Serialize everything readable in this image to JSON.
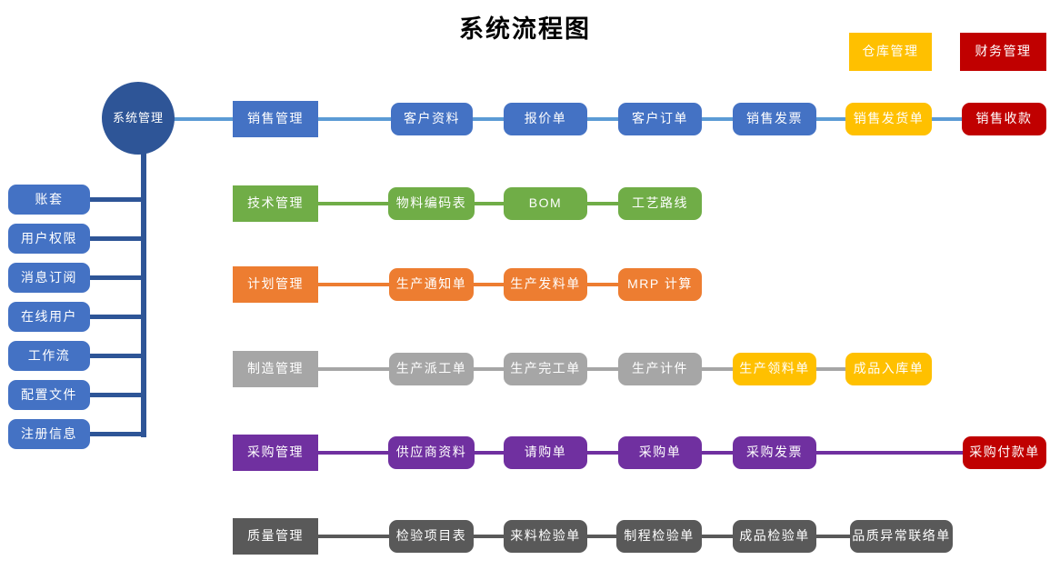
{
  "title": "系统流程图",
  "colors": {
    "blue": "#4472C4",
    "dark_blue": "#2E5597",
    "light_blue_connector": "#5B9BD5",
    "green": "#70AD47",
    "orange": "#ED7D31",
    "gray": "#A6A6A6",
    "dark_gray": "#595959",
    "purple": "#7030A0",
    "yellow": "#FFC000",
    "red": "#C00000"
  },
  "top_boxes": [
    {
      "label": "仓库管理",
      "color": "yellow"
    },
    {
      "label": "财务管理",
      "color": "red"
    }
  ],
  "root": {
    "label": "系统管理",
    "color": "dark_blue"
  },
  "sidebar": {
    "color": "blue",
    "items": [
      {
        "label": "账套"
      },
      {
        "label": "用户权限"
      },
      {
        "label": "消息订阅"
      },
      {
        "label": "在线用户"
      },
      {
        "label": "工作流"
      },
      {
        "label": "配置文件"
      },
      {
        "label": "注册信息"
      }
    ]
  },
  "rows": [
    {
      "header": {
        "label": "销售管理",
        "color": "blue"
      },
      "connector_color": "light_blue_connector",
      "items": [
        {
          "label": "客户资料",
          "color": "blue"
        },
        {
          "label": "报价单",
          "color": "blue"
        },
        {
          "label": "客户订单",
          "color": "blue"
        },
        {
          "label": "销售发票",
          "color": "blue"
        },
        {
          "label": "销售发货单",
          "color": "yellow"
        },
        {
          "label": "销售收款",
          "color": "red"
        }
      ]
    },
    {
      "header": {
        "label": "技术管理",
        "color": "green"
      },
      "connector_color": "green",
      "items": [
        {
          "label": "物料编码表",
          "color": "green"
        },
        {
          "label": "BOM",
          "color": "green"
        },
        {
          "label": "工艺路线",
          "color": "green"
        }
      ]
    },
    {
      "header": {
        "label": "计划管理",
        "color": "orange"
      },
      "connector_color": "orange",
      "items": [
        {
          "label": "生产通知单",
          "color": "orange"
        },
        {
          "label": "生产发料单",
          "color": "orange"
        },
        {
          "label": "MRP 计算",
          "color": "orange"
        }
      ]
    },
    {
      "header": {
        "label": "制造管理",
        "color": "gray"
      },
      "connector_color": "gray",
      "items": [
        {
          "label": "生产派工单",
          "color": "gray"
        },
        {
          "label": "生产完工单",
          "color": "gray"
        },
        {
          "label": "生产计件",
          "color": "gray"
        },
        {
          "label": "生产领料单",
          "color": "yellow"
        },
        {
          "label": "成品入库单",
          "color": "yellow"
        }
      ]
    },
    {
      "header": {
        "label": "采购管理",
        "color": "purple"
      },
      "connector_color": "purple",
      "items": [
        {
          "label": "供应商资料",
          "color": "purple"
        },
        {
          "label": "请购单",
          "color": "purple"
        },
        {
          "label": "采购单",
          "color": "purple"
        },
        {
          "label": "采购发票",
          "color": "purple"
        },
        {
          "label": "采购付款单",
          "color": "red"
        }
      ]
    },
    {
      "header": {
        "label": "质量管理",
        "color": "dark_gray"
      },
      "connector_color": "dark_gray",
      "items": [
        {
          "label": "检验项目表",
          "color": "dark_gray"
        },
        {
          "label": "来料检验单",
          "color": "dark_gray"
        },
        {
          "label": "制程检验单",
          "color": "dark_gray"
        },
        {
          "label": "成品检验单",
          "color": "dark_gray"
        },
        {
          "label": "品质异常联络单",
          "color": "dark_gray"
        }
      ]
    }
  ]
}
